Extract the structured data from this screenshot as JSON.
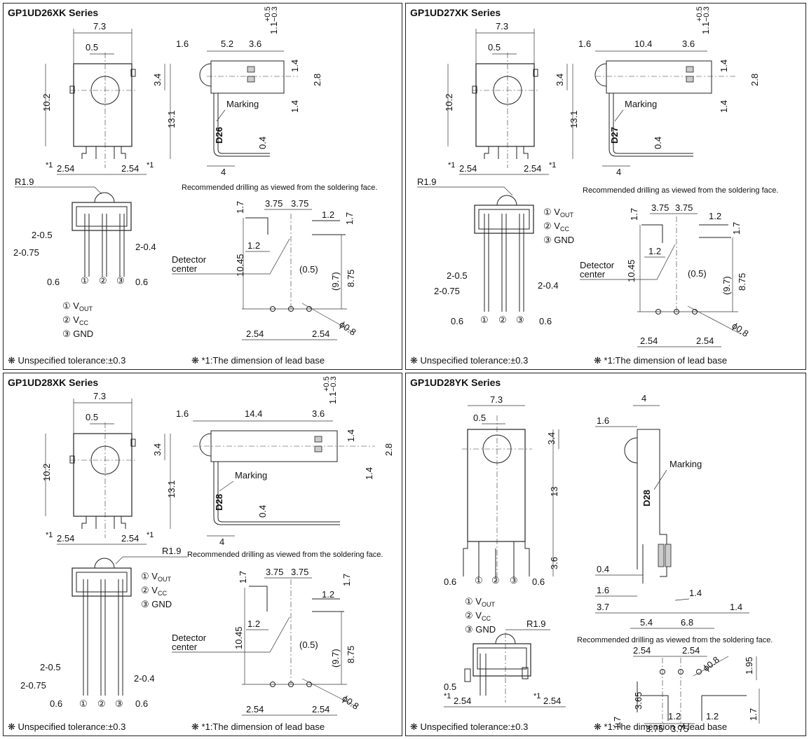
{
  "panels": [
    {
      "title": "GP1UD26XK Series",
      "marking_code": "D26",
      "marking_label": "Marking",
      "recommended": "Recommended drilling as viewed from the soldering face.",
      "detector": [
        "Detector",
        "center"
      ],
      "dims": {
        "width": "7.3",
        "offset": "0.5",
        "height": "10.2",
        "hole": "3.4",
        "total": "13.1",
        "star": "*1",
        "pitch_l": "2.54",
        "pitch_r": "2.54",
        "radius": "R1.9",
        "s_a": "1.6",
        "s_b": "5.2",
        "s_c": "3.6",
        "s_tol": "1.1",
        "s_tol_plus": "+0.5",
        "s_tol_minus": "−0.3",
        "s_d": "1.4",
        "s_e": "2.8",
        "s_f": "1.4",
        "s_g": "0.4",
        "s_h": "4",
        "l_a": "2-0.5",
        "l_b": "2-0.75",
        "l_c": "2-0.4",
        "l_d": "0.6",
        "l_e": "0.6",
        "d_a": "3.75",
        "d_b": "3.75",
        "d_c": "1.2",
        "d_d": "1.7",
        "d_e": "1.7",
        "d_f": "1.2",
        "d_g": "10.45",
        "d_h": "(0.5)",
        "d_i": "(9.7)",
        "d_j": "8.75",
        "d_k": "2.54",
        "d_l": "2.54",
        "d_m": "ϕ0.8"
      }
    },
    {
      "title": "GP1UD27XK Series",
      "marking_code": "D27",
      "marking_label": "Marking",
      "recommended": "Recommended drilling as viewed from the soldering face.",
      "detector": [
        "Detector",
        "center"
      ],
      "dims": {
        "width": "7.3",
        "offset": "0.5",
        "height": "10.2",
        "hole": "3.4",
        "total": "13.1",
        "star": "*1",
        "pitch_l": "2.54",
        "pitch_r": "2.54",
        "radius": "R1.9",
        "s_a": "1.6",
        "s_b": "10.4",
        "s_c": "3.6",
        "s_tol": "1.1",
        "s_tol_plus": "+0.5",
        "s_tol_minus": "−0.3",
        "s_d": "1.4",
        "s_e": "2.8",
        "s_f": "1.4",
        "s_g": "0.4",
        "s_h": "4",
        "l_a": "2-0.5",
        "l_b": "2-0.75",
        "l_c": "2-0.4",
        "l_d": "0.6",
        "l_e": "0.6",
        "d_a": "3.75",
        "d_b": "3.75",
        "d_c": "1.2",
        "d_d": "1.7",
        "d_e": "1.7",
        "d_f": "1.2",
        "d_g": "10.45",
        "d_h": "(0.5)",
        "d_i": "(9.7)",
        "d_j": "8.75",
        "d_k": "2.54",
        "d_l": "2.54",
        "d_m": "ϕ0.8"
      }
    },
    {
      "title": "GP1UD28XK Series",
      "marking_code": "D28",
      "marking_label": "Marking",
      "recommended": "Recommended drilling as viewed from the soldering face.",
      "detector": [
        "Detector",
        "center"
      ],
      "dims": {
        "width": "7.3",
        "offset": "0.5",
        "height": "10.2",
        "hole": "3.4",
        "total": "13.1",
        "star": "*1",
        "pitch_l": "2.54",
        "pitch_r": "2.54",
        "radius": "R1.9",
        "s_a": "1.6",
        "s_b": "14.4",
        "s_c": "3.6",
        "s_tol": "1.1",
        "s_tol_plus": "+0.5",
        "s_tol_minus": "−0.3",
        "s_d": "1.4",
        "s_e": "2.8",
        "s_f": "1.4",
        "s_g": "0.4",
        "s_h": "4",
        "l_a": "2-0.5",
        "l_b": "2-0.75",
        "l_c": "2-0.4",
        "l_d": "0.6",
        "l_e": "0.6",
        "d_a": "3.75",
        "d_b": "3.75",
        "d_c": "1.2",
        "d_d": "1.7",
        "d_e": "1.7",
        "d_f": "1.2",
        "d_g": "10.45",
        "d_h": "(0.5)",
        "d_i": "(9.7)",
        "d_j": "8.75",
        "d_k": "2.54",
        "d_l": "2.54",
        "d_m": "ϕ0.8"
      }
    },
    {
      "title": "GP1UD28YK Series",
      "marking_code": "D28",
      "marking_label": "Marking",
      "recommended": "Recommended drilling as viewed from the soldering face.",
      "dims": {
        "width": "7.3",
        "offset": "0.5",
        "height": "13",
        "hole": "3.4",
        "lead": "3.6",
        "l_d": "0.6",
        "l_e": "0.6",
        "s_w": "4",
        "s_a": "1.6",
        "s_b": "0.4",
        "s_c": "1.6",
        "s_d": "3.7",
        "s_e": "1.4",
        "s_f": "1.4",
        "s_g": "5.4",
        "s_h": "6.8",
        "radius": "R1.9",
        "b_a": "0.5",
        "pitch_l": "2.54",
        "pitch_r": "2.54",
        "star": "*1",
        "d_a": "2.54",
        "d_b": "2.54",
        "d_c": "ϕ0.8",
        "d_d": "1.95",
        "d_e": "3.65",
        "d_f": "1.7",
        "d_g": "1.2",
        "d_h": "1.2",
        "d_i": "1.7",
        "d_j": "3.75",
        "d_k": "3.75"
      }
    }
  ],
  "pins": [
    {
      "num": "①",
      "name": "V",
      "sub": "OUT"
    },
    {
      "num": "②",
      "name": "V",
      "sub": "CC"
    },
    {
      "num": "③",
      "name": "GND",
      "sub": ""
    }
  ],
  "footer": {
    "bullet": "❋",
    "tolerance": "Unspecified tolerance:±0.3",
    "lead_base": "*1:The dimension of lead base"
  }
}
